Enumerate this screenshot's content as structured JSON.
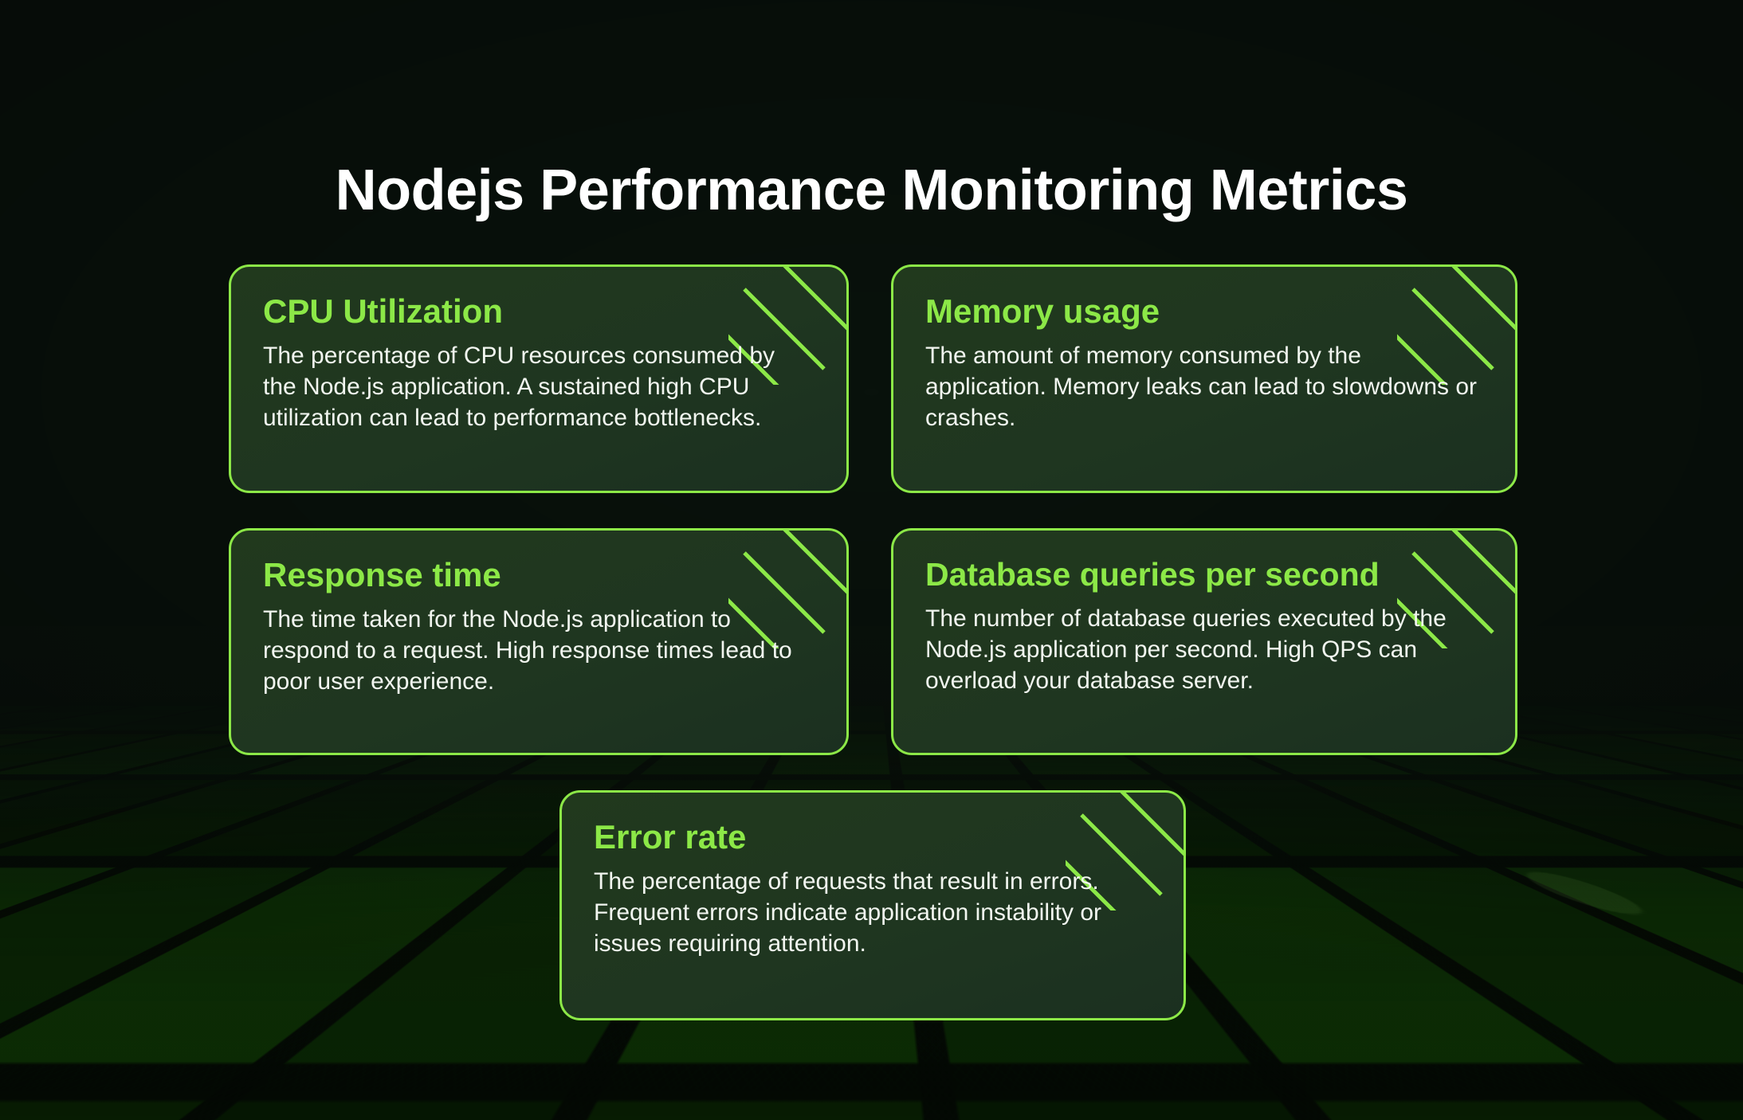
{
  "page": {
    "title": "Nodejs Performance Monitoring Metrics",
    "background_color": "#09120c",
    "accent_color": "#8ce847",
    "card_fill_color": "#21391d",
    "title_color": "#ffffff",
    "body_text_color": "#f2f6f0"
  },
  "cards": [
    {
      "title": "CPU Utilization",
      "body": "The percentage of CPU resources consumed by the Node.js application. A sustained high CPU utilization can lead to performance bottlenecks.",
      "corner_decoration": "diagonal-stripes-icon"
    },
    {
      "title": "Memory usage",
      "body": "The amount of memory consumed by the application. Memory leaks can lead to slowdowns or crashes.",
      "corner_decoration": "diagonal-stripes-icon"
    },
    {
      "title": "Response time",
      "body": "The time taken for the Node.js application to respond to a request. High response times lead to poor user experience.",
      "corner_decoration": "diagonal-stripes-icon"
    },
    {
      "title": "Database queries per second",
      "body": "The number of database queries executed by the Node.js application per second. High QPS can overload your database server.",
      "corner_decoration": "diagonal-stripes-icon"
    },
    {
      "title": "Error rate",
      "body": "The percentage of requests that result in errors. Frequent errors indicate application instability or issues requiring attention.",
      "corner_decoration": "diagonal-stripes-icon"
    }
  ]
}
